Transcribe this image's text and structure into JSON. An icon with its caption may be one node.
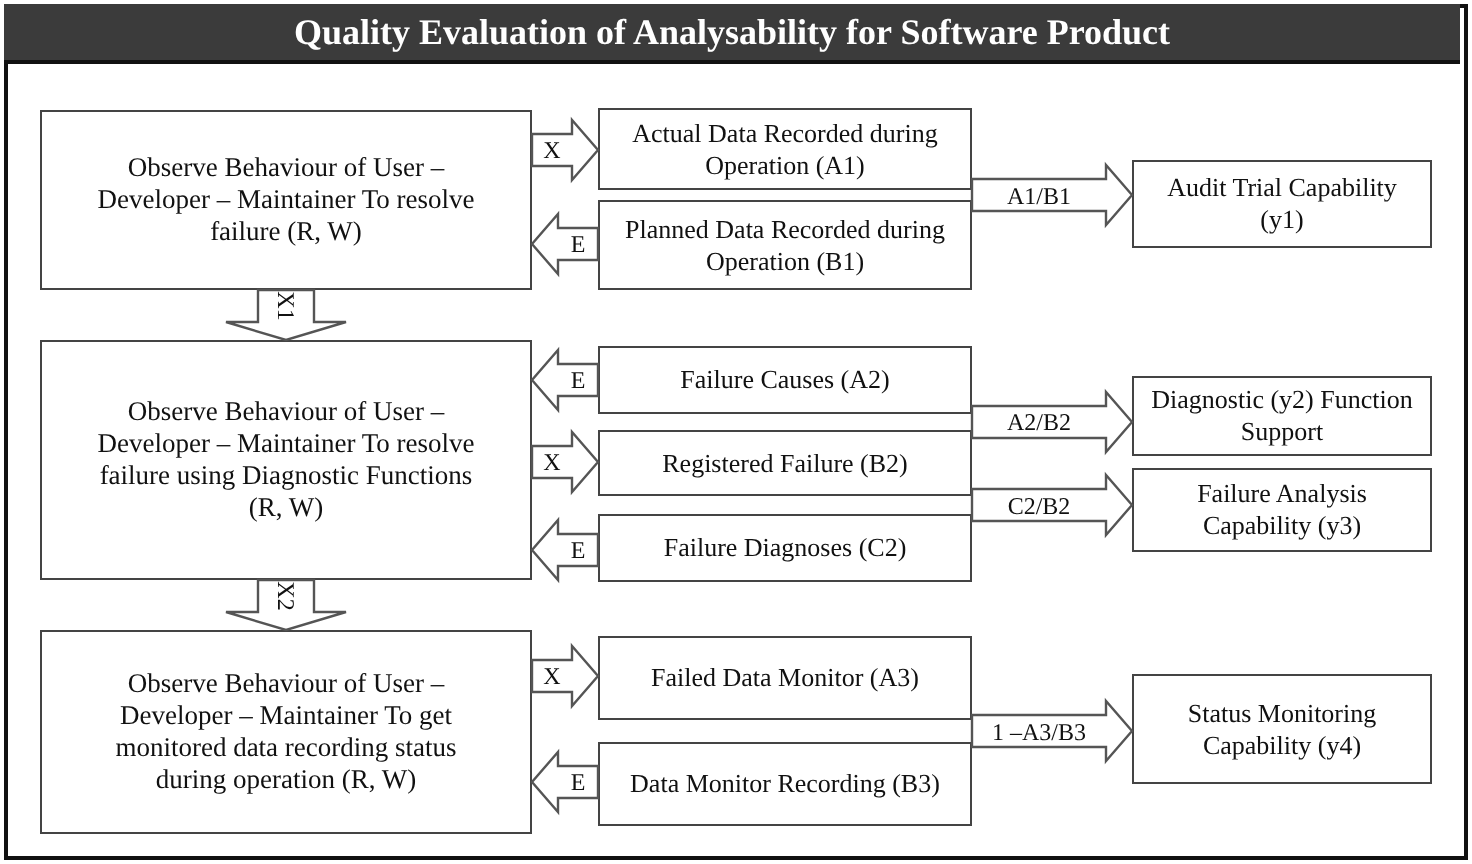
{
  "diagram": {
    "title": "Quality Evaluation of Analysability for Software Product",
    "nodes": [
      {
        "text": [
          "Observe Behaviour of User – Developer – Maintainer To resolve failure (R, W)"
        ]
      },
      {
        "text": [
          "Actual Data Recorded during Operation (A1)"
        ]
      },
      {
        "text": [
          "Planned Data Recorded during Operation (B1)"
        ]
      },
      {
        "text": [
          "Audit Trial Capability (y1)"
        ]
      },
      {
        "text": [
          "Observe Behaviour of User – Developer – Maintainer To resolve failure using Diagnostic Functions (R, W)"
        ]
      },
      {
        "text": [
          "Failure Causes (A2)"
        ]
      },
      {
        "text": [
          "Registered Failure (B2)"
        ]
      },
      {
        "text": [
          "Failure Diagnoses (C2)"
        ]
      },
      {
        "text": [
          "Diagnostic (y2) Function Support"
        ]
      },
      {
        "text": [
          "Failure Analysis Capability (y3)"
        ]
      },
      {
        "text": [
          "Observe Behaviour of User – Developer – Maintainer To get monitored data recording status during operation (R, W)"
        ]
      },
      {
        "text": [
          "Failed Data Monitor (A3)"
        ]
      },
      {
        "text": [
          "Data Monitor Recording (B3)"
        ]
      },
      {
        "text": [
          "Status Monitoring Capability (y4)"
        ]
      }
    ],
    "edges": [
      {
        "from": 0,
        "to": 1,
        "arrow": "to",
        "label": "X"
      },
      {
        "from": 2,
        "to": 0,
        "arrow": "to",
        "label": "E"
      },
      {
        "from": 0,
        "to": 4,
        "arrow": "to",
        "label": "X1"
      },
      {
        "from": 5,
        "to": 4,
        "arrow": "to",
        "label": "E"
      },
      {
        "from": 4,
        "to": 6,
        "arrow": "to",
        "label": "X"
      },
      {
        "from": 7,
        "to": 4,
        "arrow": "to",
        "label": "E"
      },
      {
        "from": 4,
        "to": 10,
        "arrow": "to",
        "label": "X2"
      },
      {
        "from": 10,
        "to": 11,
        "arrow": "to",
        "label": "X"
      },
      {
        "from": 12,
        "to": 10,
        "arrow": "to",
        "label": "E"
      },
      {
        "from": 1,
        "to": 3,
        "arrow": "to",
        "label": "A1/B1"
      },
      {
        "from": 2,
        "to": 3,
        "arrow": "to"
      },
      {
        "from": 5,
        "to": 8,
        "arrow": "to",
        "label": "A2/B2"
      },
      {
        "from": 6,
        "to": 8,
        "arrow": "to"
      },
      {
        "from": 6,
        "to": 9,
        "arrow": "to",
        "label": "C2/B2"
      },
      {
        "from": 7,
        "to": 9,
        "arrow": "to"
      },
      {
        "from": 11,
        "to": 13,
        "arrow": "to",
        "label": "1 –A3/B3"
      },
      {
        "from": 12,
        "to": 13,
        "arrow": "to"
      }
    ]
  }
}
